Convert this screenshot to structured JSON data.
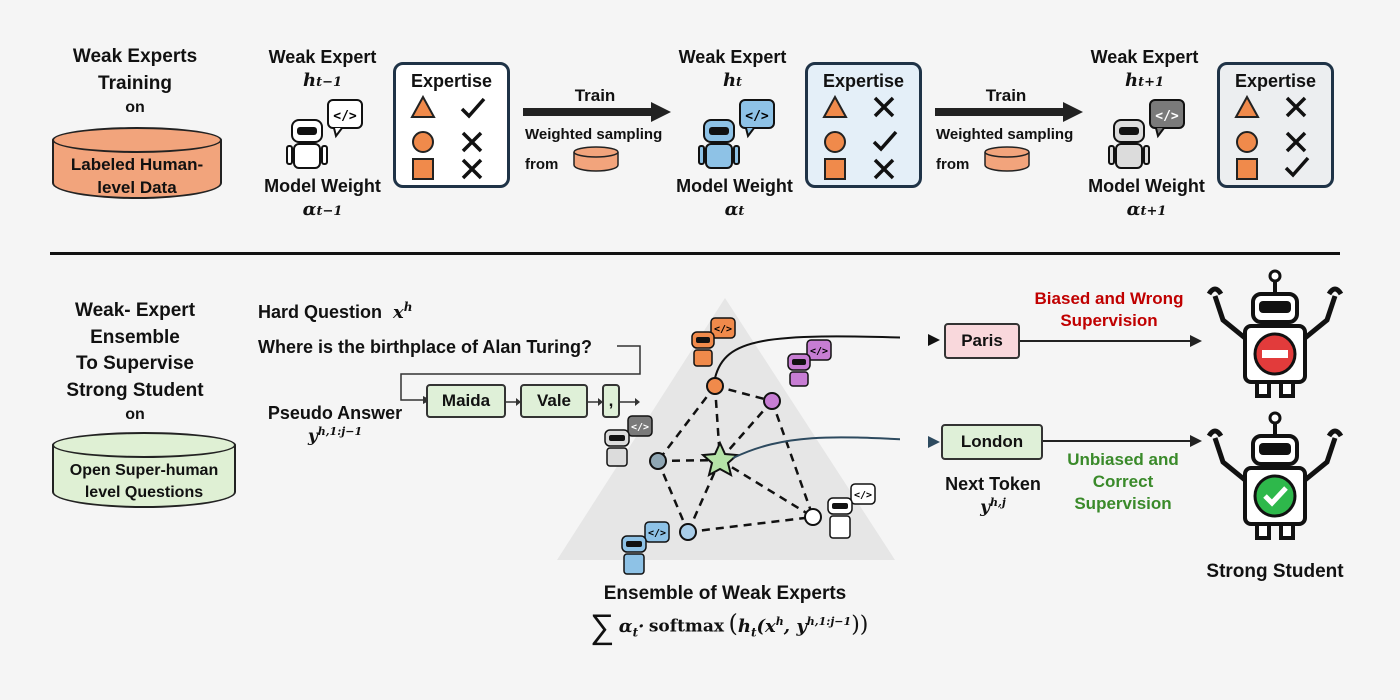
{
  "top": {
    "section_label": [
      "Weak Experts",
      "Training",
      "on"
    ],
    "db_label": [
      "Labeled Human-",
      "level Data"
    ],
    "experts": [
      {
        "name": "Weak Expert",
        "h": "h",
        "h_sub": "t−1",
        "weight_label": "Model Weight",
        "a": "α",
        "a_sub": "t−1",
        "color": "#ffffff",
        "results": [
          "check",
          "cross",
          "cross"
        ]
      },
      {
        "name": "Weak Expert",
        "h": "h",
        "h_sub": "t",
        "weight_label": "Model Weight",
        "a": "α",
        "a_sub": "t",
        "color": "#e4eff8",
        "results": [
          "cross",
          "check",
          "cross"
        ]
      },
      {
        "name": "Weak Expert",
        "h": "h",
        "h_sub": "t+1",
        "weight_label": "Model Weight",
        "a": "α",
        "a_sub": "t+1",
        "color": "#eceef0",
        "results": [
          "cross",
          "cross",
          "check"
        ]
      }
    ],
    "expertise_title": "Expertise",
    "train_label": "Train",
    "sampling_label": "Weighted sampling",
    "from_label": "from"
  },
  "bottom": {
    "section_label": [
      "Weak- Expert",
      "Ensemble",
      "To  Supervise",
      "Strong Student",
      "on"
    ],
    "db_label": [
      "Open Super-human",
      "level Questions"
    ],
    "hard_question_label": "Hard Question",
    "x_symbol": "x",
    "x_sup": "h",
    "question": "Where is the birthplace of Alan Turing?",
    "pseudo_answer_label": "Pseudo Answer",
    "y_symbol": "y",
    "y_sup_pseudo": "h,1:j−1",
    "tokens": [
      "Maida",
      "Vale",
      ","
    ],
    "ensemble_title": "Ensemble of Weak Experts",
    "formula": {
      "sum": "∑",
      "alpha": "α",
      "alpha_sub": "t",
      "dot": "·",
      "softmax": "softmax",
      "h": "h",
      "h_sub": "t",
      "args": "(x",
      "args_sup": "h",
      "args_mid": ", y",
      "args_sup2": "h,1:j−1",
      "close": "))"
    },
    "outputs": [
      {
        "token": "Paris",
        "fill": "#f9d8dc",
        "verdict": [
          "Biased and Wrong",
          "Supervision"
        ],
        "verdict_color": "#c00000"
      },
      {
        "token": "London",
        "fill": "#dff0d8",
        "verdict": [
          "Unbiased and",
          "Correct",
          "Supervision"
        ],
        "verdict_color": "#3a8a2a"
      }
    ],
    "next_token_label": "Next Token",
    "y_sup_next": "h,j",
    "student_label": "Strong Student"
  },
  "colors": {
    "labeled_db": "#f2a47c",
    "open_db": "#dff0d4",
    "orange": "#f08a4b",
    "purple": "#c77dd3",
    "blue": "#8ec2e6",
    "gray": "#7a7a7a",
    "token_green": "#dff0d8"
  }
}
